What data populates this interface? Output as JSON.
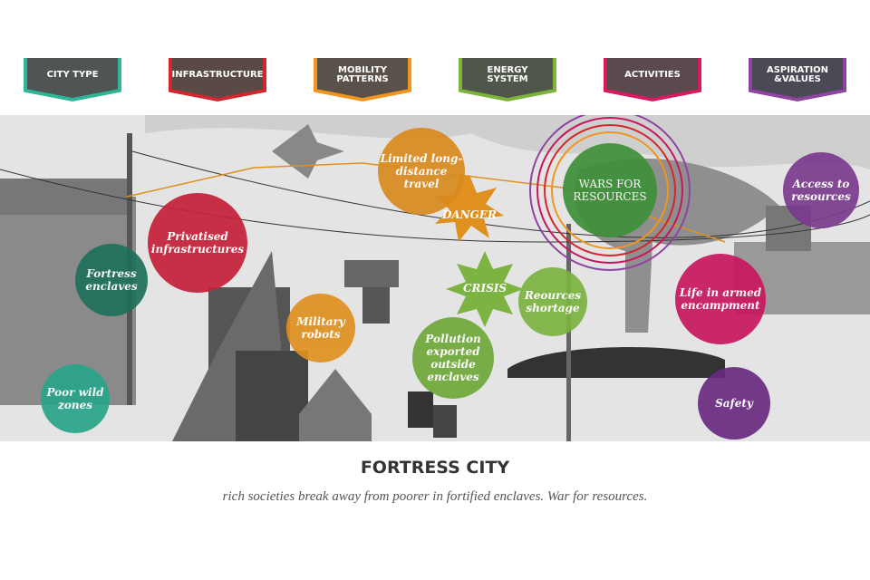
{
  "categories": [
    {
      "label": "CITY TYPE",
      "color": "#2fb597"
    },
    {
      "label": "INFRASTRUCTURE",
      "color": "#d3262e"
    },
    {
      "label": "MOBILITY PATTERNS",
      "color": "#f0951e"
    },
    {
      "label": "ENERGY SYSTEM",
      "color": "#7bb33d"
    },
    {
      "label": "ACTIVITIES",
      "color": "#d81b60"
    },
    {
      "label": "ASPIRATION &VALUES",
      "color": "#8e44a0"
    }
  ],
  "bubbles": {
    "fortress": "Fortress enclaves",
    "poor": "Poor wild zones",
    "privatised": "Privatised infrastructures",
    "robots": "Military robots",
    "travel": "Limited long-distance travel",
    "danger": "DANGER",
    "crisis": "CRISIS",
    "shortage": "Reources shortage",
    "pollution": "Pollution exported outside enclaves",
    "wars": "WARS FOR RESOURCES",
    "access": "Access to resources",
    "life": "Life in armed encampment",
    "safety": "Safety"
  },
  "title": "FORTRESS CITY",
  "subtitle": "rich societies break away from poorer in fortified enclaves. War for resources."
}
